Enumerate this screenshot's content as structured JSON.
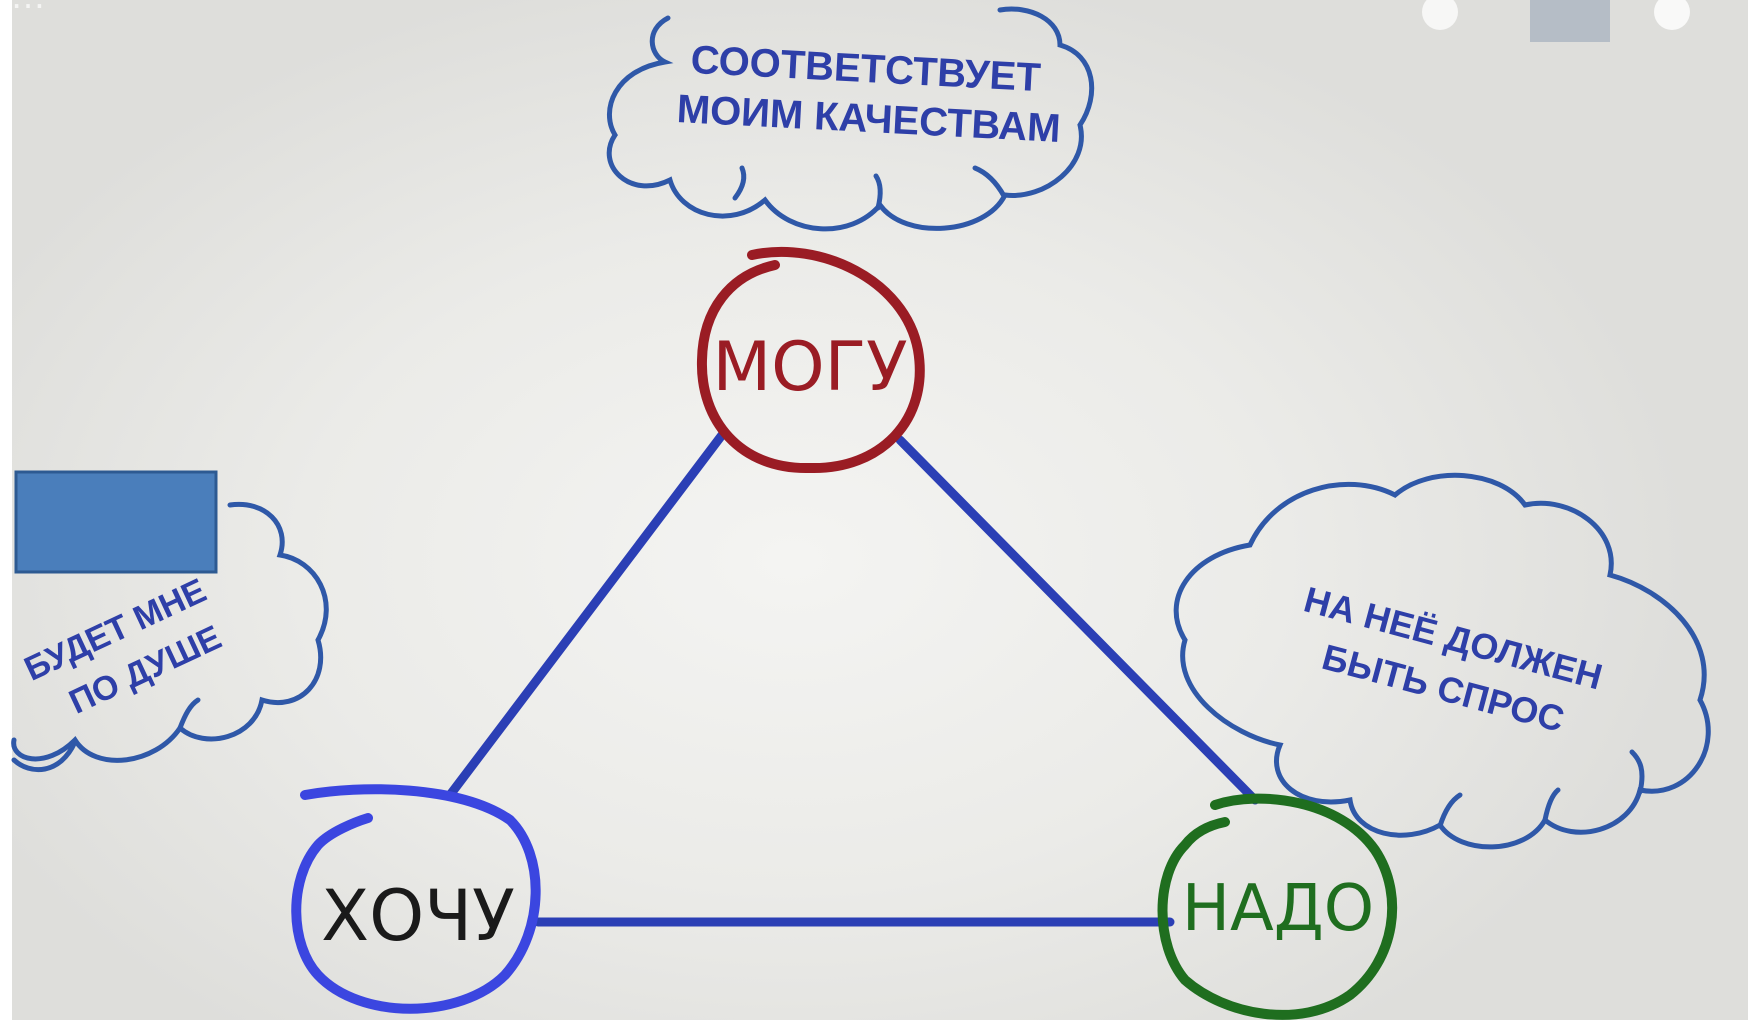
{
  "video": {
    "title_fragment": "…"
  },
  "diagram": {
    "nodes": {
      "top": {
        "label": "МОГУ",
        "color": "#9a1c24"
      },
      "left": {
        "label": "ХОЧУ",
        "color": "#2e3fbf"
      },
      "right": {
        "label": "НАДО",
        "color": "#1f6e1f"
      }
    },
    "clouds": {
      "top": {
        "line1": "СООТВЕТСТВУЕТ",
        "line2": "МОИМ КАЧЕСТВАМ"
      },
      "left": {
        "line1": "БУДЕТ МНЕ",
        "line2": "ПО ДУШЕ"
      },
      "right": {
        "line1": "НА НЕЁ ДОЛЖЕН",
        "line2": "БЫТЬ СПРОС"
      }
    },
    "edge_color": "#2b3fb5",
    "cloud_color": "#2f58a8"
  },
  "redaction": {
    "color": "#4a7ebb"
  }
}
